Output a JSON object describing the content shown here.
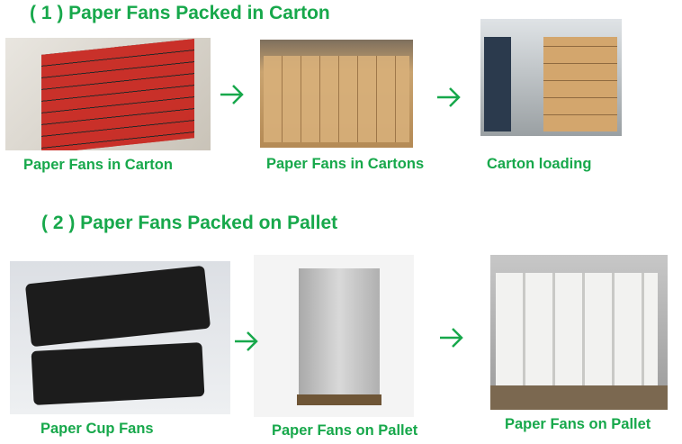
{
  "section1": {
    "title": "( 1 ) Paper Fans Packed in Carton",
    "captions": [
      "Paper Fans in Carton",
      "Paper Fans in Cartons",
      "Carton loading"
    ]
  },
  "section2": {
    "title": "( 2 ) Paper Fans Packed on Pallet",
    "captions": [
      "Paper Cup Fans",
      "Paper Fans on Pallet",
      "Paper Fans on Pallet"
    ]
  },
  "colors": {
    "accent": "#17a84b"
  }
}
